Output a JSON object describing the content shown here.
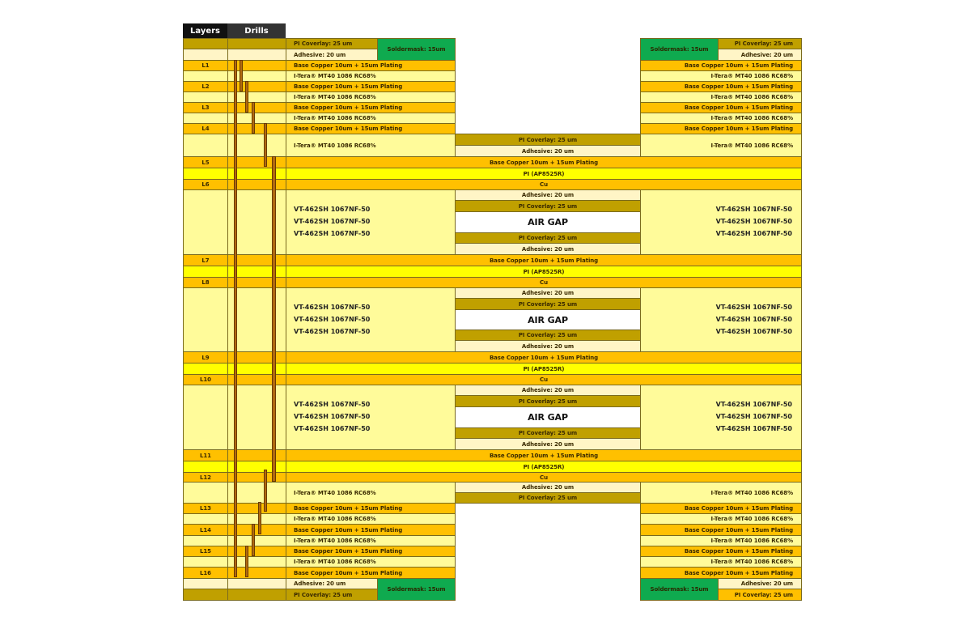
{
  "header": {
    "layers_label": "Layers",
    "drills_label": "Drills"
  },
  "colors": {
    "copper": "#FFC000",
    "prepreg": "#FFFB9A",
    "adhesive": "#FFF5C6",
    "pi_coverlay": "#C0A000",
    "pi_core": "#FFFF00",
    "soldermask": "#0FAA4F",
    "drill": "#B06A10",
    "header_layers": "#111111",
    "header_drills": "#333333"
  },
  "text": {
    "pi_coverlay": "PI Coverlay: 25 um",
    "adhesive": "Adhesive: 20 um",
    "soldermask": "Soldermask: 15um",
    "base_copper": "Base Copper 10um + 15um Plating",
    "iteraprepreg": "I-Tera® MT40 1086 RC68%",
    "pi_core": "PI (AP8525R)",
    "cu": "Cu",
    "vt": "VT-462SH 1067NF-50",
    "air_gap": "AIR GAP"
  },
  "layers": [
    "L1",
    "L2",
    "L3",
    "L4",
    "L5",
    "L6",
    "L7",
    "L8",
    "L9",
    "L10",
    "L11",
    "L12",
    "L13",
    "L14",
    "L15",
    "L16"
  ],
  "stackup": [
    {
      "row": "top-pi",
      "label": "PI Coverlay: 25 um"
    },
    {
      "row": "top-adhesive",
      "label": "Adhesive: 20 um"
    },
    {
      "row": "L1",
      "label": "Base Copper 10um + 15um Plating"
    },
    {
      "row": "prepreg",
      "label": "I-Tera® MT40 1086 RC68%"
    },
    {
      "row": "L2",
      "label": "Base Copper 10um + 15um Plating"
    },
    {
      "row": "prepreg",
      "label": "I-Tera® MT40 1086 RC68%"
    },
    {
      "row": "L3",
      "label": "Base Copper 10um + 15um Plating"
    },
    {
      "row": "prepreg",
      "label": "I-Tera® MT40 1086 RC68%"
    },
    {
      "row": "L4",
      "label": "Base Copper 10um + 15um Plating"
    },
    {
      "row": "prepreg",
      "label": "I-Tera® MT40 1086 RC68%"
    },
    {
      "row": "L5",
      "label": "Base Copper 10um + 15um Plating"
    },
    {
      "row": "core",
      "label": "PI (AP8525R)"
    },
    {
      "row": "L6",
      "label": "Cu"
    },
    {
      "row": "bondply",
      "label": "VT-462SH 1067NF-50 x3"
    },
    {
      "row": "L7",
      "label": "Base Copper 10um + 15um Plating"
    },
    {
      "row": "core",
      "label": "PI (AP8525R)"
    },
    {
      "row": "L8",
      "label": "Cu"
    },
    {
      "row": "bondply",
      "label": "VT-462SH 1067NF-50 x3"
    },
    {
      "row": "L9",
      "label": "Base Copper 10um + 15um Plating"
    },
    {
      "row": "core",
      "label": "PI (AP8525R)"
    },
    {
      "row": "L10",
      "label": "Cu"
    },
    {
      "row": "bondply",
      "label": "VT-462SH 1067NF-50 x3"
    },
    {
      "row": "L11",
      "label": "Base Copper 10um + 15um Plating"
    },
    {
      "row": "core",
      "label": "PI (AP8525R)"
    },
    {
      "row": "L12",
      "label": "Cu"
    },
    {
      "row": "prepreg",
      "label": "I-Tera® MT40 1086 RC68%"
    },
    {
      "row": "L13",
      "label": "Base Copper 10um + 15um Plating"
    },
    {
      "row": "prepreg",
      "label": "I-Tera® MT40 1086 RC68%"
    },
    {
      "row": "L14",
      "label": "Base Copper 10um + 15um Plating"
    },
    {
      "row": "prepreg",
      "label": "I-Tera® MT40 1086 RC68%"
    },
    {
      "row": "L15",
      "label": "Base Copper 10um + 15um Plating"
    },
    {
      "row": "prepreg",
      "label": "I-Tera® MT40 1086 RC68%"
    },
    {
      "row": "L16",
      "label": "Base Copper 10um + 15um Plating"
    },
    {
      "row": "bottom-adhesive",
      "label": "Adhesive: 20 um"
    },
    {
      "row": "bottom-pi",
      "label": "PI Coverlay: 25 um"
    }
  ],
  "drills": [
    {
      "span": "L1-L16",
      "type": "through"
    },
    {
      "span": "L1-L2",
      "type": "microvia"
    },
    {
      "span": "L2-L3",
      "type": "microvia"
    },
    {
      "span": "L3-L4",
      "type": "microvia"
    },
    {
      "span": "L4-L5",
      "type": "blind"
    },
    {
      "span": "L5-L12",
      "type": "buried"
    },
    {
      "span": "L12-L13",
      "type": "blind"
    },
    {
      "span": "L13-L14",
      "type": "microvia"
    },
    {
      "span": "L14-L15",
      "type": "microvia"
    },
    {
      "span": "L15-L16",
      "type": "microvia"
    }
  ]
}
